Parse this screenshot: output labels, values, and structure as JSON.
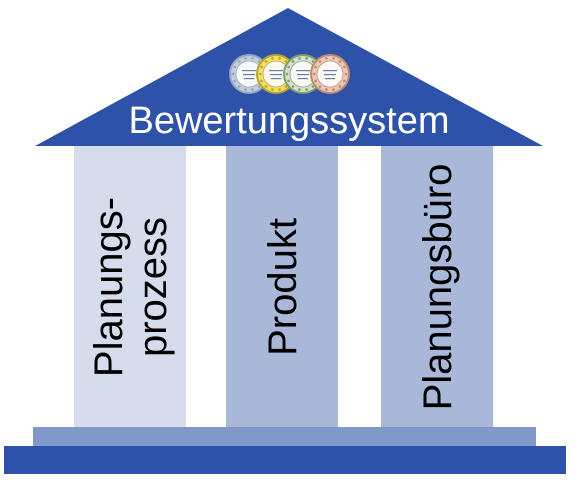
{
  "roof": {
    "title": "Bewertungssystem",
    "color": "#2d52a8"
  },
  "seals": [
    {
      "name": "seal-silver",
      "color": "#c9ccd2",
      "ring": "#8fa8c8"
    },
    {
      "name": "seal-gold",
      "color": "#efe06a",
      "ring": "#b9a52d"
    },
    {
      "name": "seal-silver-green",
      "color": "#d8dcd2",
      "ring": "#7aa36a"
    },
    {
      "name": "seal-bronze",
      "color": "#e8c9b8",
      "ring": "#c08a70"
    }
  ],
  "pillars": [
    {
      "lines": [
        "Planungs-",
        "prozess"
      ],
      "color": "#d5dcec"
    },
    {
      "lines": [
        "Produkt"
      ],
      "color": "#a9b8d8"
    },
    {
      "lines": [
        "Planungsbüro"
      ],
      "color": "#a9b8d8"
    }
  ],
  "base": {
    "step_color": "#7f97c9",
    "foundation_color": "#2d52a8"
  }
}
